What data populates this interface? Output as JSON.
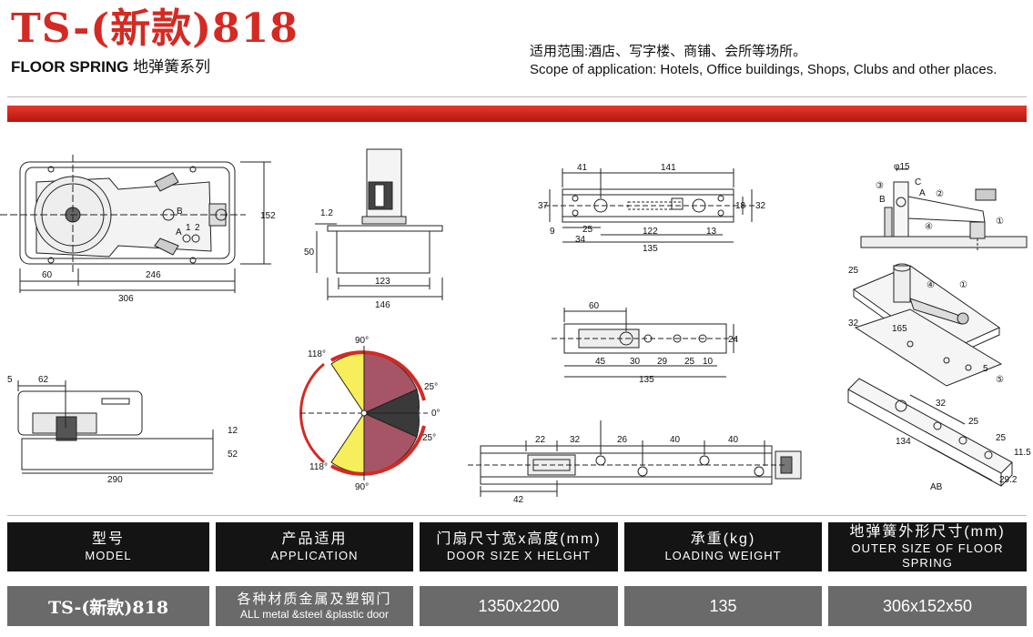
{
  "header": {
    "title": "TS-(新款)818",
    "subtitle_en": "FLOOR SPRING",
    "subtitle_zh": "地弹簧系列",
    "scope_zh": "适用范围:酒店、写字楼、商铺、会所等场所。",
    "scope_en": "Scope of application: Hotels, Office buildings, Shops, Clubs and other places.",
    "accent_color": "#d42a23"
  },
  "drawings": {
    "top_view": {
      "d60": "60",
      "d246": "246",
      "d306": "306",
      "d152": "152",
      "label_b": "B",
      "label_a": "A",
      "label_1": "1",
      "label_2": "2"
    },
    "side_view": {
      "d1_2": "1.2",
      "d50": "50",
      "d123": "123",
      "d146": "146"
    },
    "bottom_plate": {
      "d41": "41",
      "d141": "141",
      "d37": "37",
      "d18": "18",
      "d32": "32",
      "d9": "9",
      "d25": "25",
      "d122": "122",
      "d13": "13",
      "d34": "34",
      "d135": "135"
    },
    "pivot": {
      "phi15": "φ15",
      "c3": "③",
      "lc": "C",
      "lb": "B",
      "la": "A",
      "c2": "②",
      "c4": "④",
      "c1": "①"
    },
    "cover_small": {
      "d5": "5",
      "d62": "62",
      "d12": "12",
      "d52": "52",
      "d290": "290"
    },
    "angle": {
      "a90t": "90°",
      "a118t": "118°",
      "a25t": "25°",
      "a0": "0°",
      "a25b": "25°",
      "a118b": "118°",
      "a90b": "90°"
    },
    "plate_mid": {
      "d60": "60",
      "d24": "24",
      "d45": "45",
      "d30": "30",
      "d29": "29",
      "d25": "25",
      "d10": "10",
      "d135": "135"
    },
    "plate_long": {
      "d22": "22",
      "d32": "32",
      "d26": "26",
      "d40a": "40",
      "d40b": "40",
      "d42": "42"
    },
    "iso": {
      "d25": "25",
      "d32": "32",
      "d165": "165",
      "c4": "④",
      "c1": "①",
      "d5": "5",
      "c5": "⑤",
      "d32b": "32",
      "d25b": "25",
      "d25c": "25",
      "d134": "134",
      "d11_5": "11.5",
      "d29_2": "29.2",
      "ab": "AB"
    }
  },
  "table": {
    "headers": [
      {
        "zh": "型号",
        "en": "MODEL"
      },
      {
        "zh": "产品适用",
        "en": "APPLICATION"
      },
      {
        "zh": "门扇尺寸宽x高度(mm)",
        "en": "DOOR SIZE X HELGHT"
      },
      {
        "zh": "承重(kg)",
        "en": "LOADING WEIGHT"
      },
      {
        "zh": "地弹簧外形尺寸(mm)",
        "en": "OUTER SIZE OF FLOOR SPRING"
      }
    ],
    "row": {
      "model": "TS-(新款)818",
      "application_zh": "各种材质金属及塑钢门",
      "application_en": "ALL metal &steel &plastic door",
      "door_size": "1350x2200",
      "loading": "135",
      "outer_size": "306x152x50"
    }
  }
}
